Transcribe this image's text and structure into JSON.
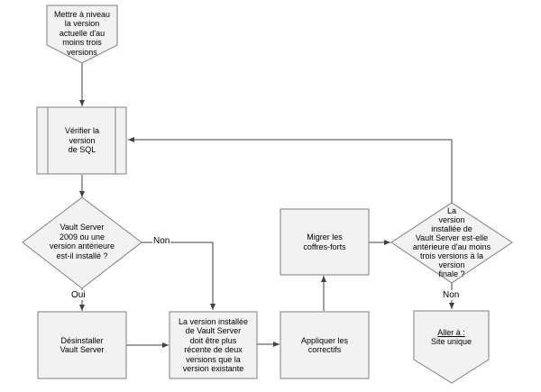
{
  "nodes": {
    "start": "Mettre à niveau\nla version\nactuelle d'au\nmoins trois\nversions",
    "check_sql": "Vérifier la\nversion\nde SQL",
    "decision_old": "Vault Server\n2009 ou une\nversion antérieure\nest-il installé ?",
    "uninstall": "Désinstaller\nVault Server",
    "newer_version": "La version installée\nde Vault Server\ndoit être plus\nrécente de deux\nversions que la\nversion existante",
    "apply_patches": "Appliquer les\ncorrectifs",
    "migrate": "Migrer les\ncoffres-forts",
    "decision_final": "La\nversion\ninstallée de\nVault Server est-elle\nantérieure d'au moins\ntrois versions à la\nversion\nfinale ?",
    "goto_title": "Aller à :",
    "goto_target": "Site unique"
  },
  "edges": {
    "no_left": "Non",
    "yes_left": "Oui",
    "no_right": "Non"
  }
}
